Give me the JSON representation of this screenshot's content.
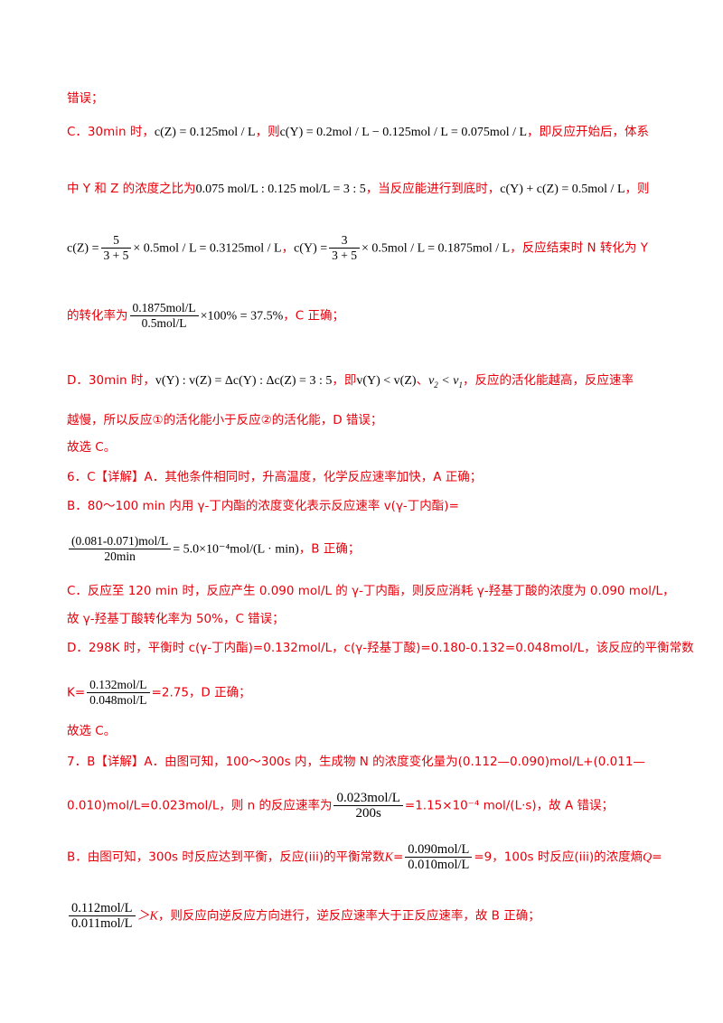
{
  "document": {
    "l1": "错误；",
    "l2_a": "C．30min 时，",
    "l2_m1": "c(Z) = 0.125mol / L",
    "l2_b": "，则",
    "l2_m2": "c(Y) = 0.2mol / L − 0.125mol / L = 0.075mol / L",
    "l2_c": "，即反应开始后，体系",
    "l3_a": "中 Y 和 Z 的浓度之比为",
    "l3_m1": "0.075 mol/L : 0.125 mol/L = 3 : 5",
    "l3_b": "，当反应能进行到底时，",
    "l3_m2": "c(Y) + c(Z) = 0.5mol / L",
    "l3_c": "，则",
    "l4_m1a": "c(Z) =",
    "l4_f1n": "5",
    "l4_f1d": "3 + 5",
    "l4_m1b": "× 0.5mol / L = 0.3125mol / L",
    "l4_b": "，",
    "l4_m2a": "c(Y) =",
    "l4_f2n": "3",
    "l4_f2d": "3 + 5",
    "l4_m2b": "× 0.5mol / L = 0.1875mol / L",
    "l4_c": "，反应结束时 N 转化为 Y",
    "l5_a": "的转化率为",
    "l5_fn": "0.1875mol/L",
    "l5_fd": "0.5mol/L",
    "l5_m": "×100% = 37.5%",
    "l5_b": "，C 正确；",
    "l6_a": "D．30min 时，",
    "l6_m1": "v(Y) : v(Z) = Δc(Y) : Δc(Z) = 3 : 5",
    "l6_b": "，即",
    "l6_m2": "v(Y) < v(Z)",
    "l6_c": "、",
    "l6_m3a": "v",
    "l6_m3b": "2",
    "l6_m3c": " < v",
    "l6_m3d": "1",
    "l6_d": "，反应的活化能越高，反应速率",
    "l7": "越慢，所以反应①的活化能小于反应②的活化能，D 错误；",
    "l8": "故选 C。",
    "l9": "6．C【详解】A．其他条件相同时，升高温度，化学反应速率加快，A 正确；",
    "l10": "B．80～100 min 内用 γ-丁内酯的浓度变化表示反应速率 v(γ-丁内酯)=",
    "l11_fn": "(0.081-0.071)mol/L",
    "l11_fd": "20min",
    "l11_m": "= 5.0×10⁻⁴mol/(L · min)",
    "l11_b": "，B 正确；",
    "l12": "C．反应至 120 min 时，反应产生 0.090 mol/L 的 γ-丁内酯，则反应消耗 γ-羟基丁酸的浓度为 0.090 mol/L，",
    "l13": "故 γ-羟基丁酸转化率为 50%，C 错误；",
    "l14": "D．298K 时，平衡时 c(γ-丁内酯)=0.132mol/L，c(γ-羟基丁酸)=0.180-0.132=0.048mol/L，该反应的平衡常数",
    "l15_a": "K=",
    "l15_fn": "0.132mol/L",
    "l15_fd": "0.048mol/L",
    "l15_b": "=2.75，D 正确；",
    "l16": "故选 C。",
    "l17": "7．B【详解】A．由图可知，100～300s 内，生成物 N 的浓度变化量为(0.112—0.090)mol/L+(0.011—",
    "l18_a": "0.010)mol/L=0.023mol/L，则 n 的反应速率为",
    "l18_fn": "0.023mol/L",
    "l18_fd": "200s",
    "l18_b": "=1.15×10⁻⁴  mol/(L·s)，故 A 错误；",
    "l19_a": "B．由图可知，300s 时反应达到平衡，反应(iii)的平衡常数",
    "l19_k": "K",
    "l19_eq": "=",
    "l19_fn": "0.090mol/L",
    "l19_fd": "0.010mol/L",
    "l19_b": "=9，100s 时反应(iii)的浓度熵",
    "l19_q": "Q",
    "l19_c": "=",
    "l20_fn": "0.112mol/L",
    "l20_fd": "0.011mol/L",
    "l20_m": "＞K",
    "l20_b": "，则反应向逆反应方向进行，逆反应速率大于正反应速率，故 B 正确；"
  }
}
